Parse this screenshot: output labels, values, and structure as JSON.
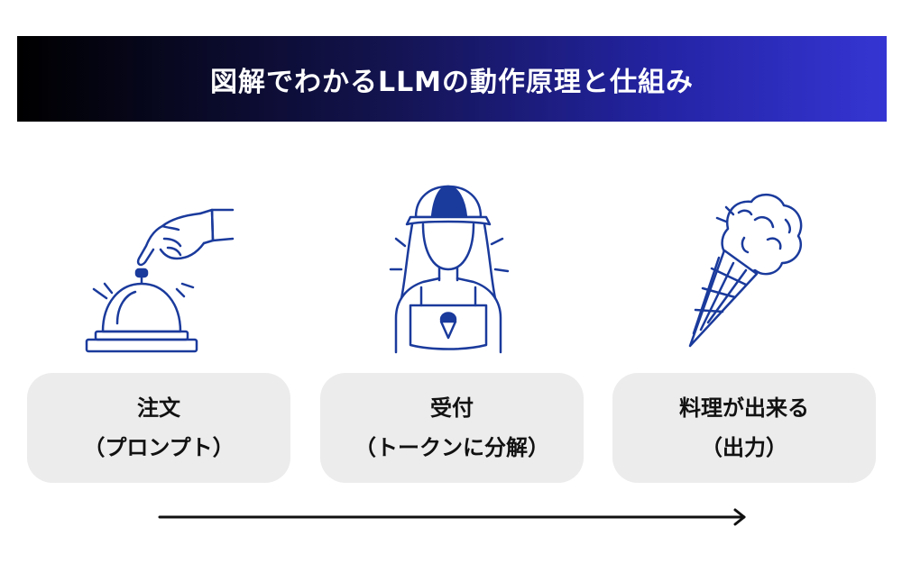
{
  "title": "図解でわかるLLMの動作原理と仕組み",
  "colors": {
    "accent": "#1a3a9c",
    "card_bg": "#ececec",
    "banner_start": "#000000",
    "banner_end": "#3535d3"
  },
  "steps": [
    {
      "icon": "service-bell-icon",
      "line1": "注文",
      "line2": "（プロンプト）"
    },
    {
      "icon": "server-icon",
      "line1": "受付",
      "line2": "（トークンに分解）"
    },
    {
      "icon": "ice-cream-cone-icon",
      "line1": "料理が出来る",
      "line2": "（出力）"
    }
  ]
}
